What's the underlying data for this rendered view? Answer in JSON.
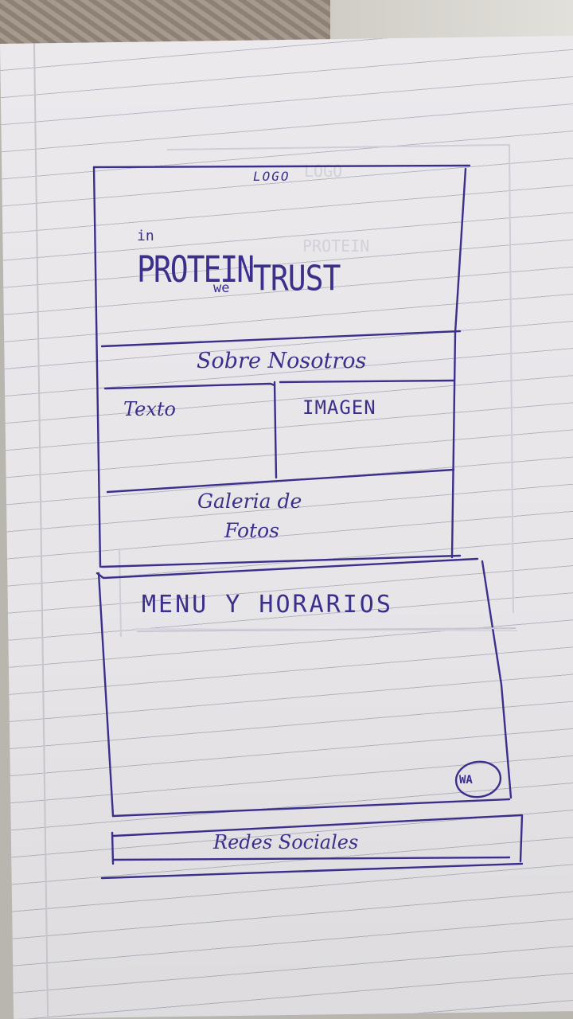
{
  "sketch": {
    "logo": "LOGO",
    "tagline": {
      "in": "in",
      "protein": "PROTEIN",
      "we": "we",
      "trust": "TRUST"
    },
    "about_title": "Sobre Nosotros",
    "text_placeholder": "Texto",
    "image_placeholder": "IMAGEN",
    "gallery_line1": "Galeria de",
    "gallery_line2": "Fotos",
    "menu_hours": "MENU Y HORARIOS",
    "whatsapp": "WA",
    "social": "Redes Sociales"
  },
  "colors": {
    "ink": "#3b2f8c",
    "paper": "#ebe9ec",
    "rule_lines": "#b8b8c4"
  }
}
